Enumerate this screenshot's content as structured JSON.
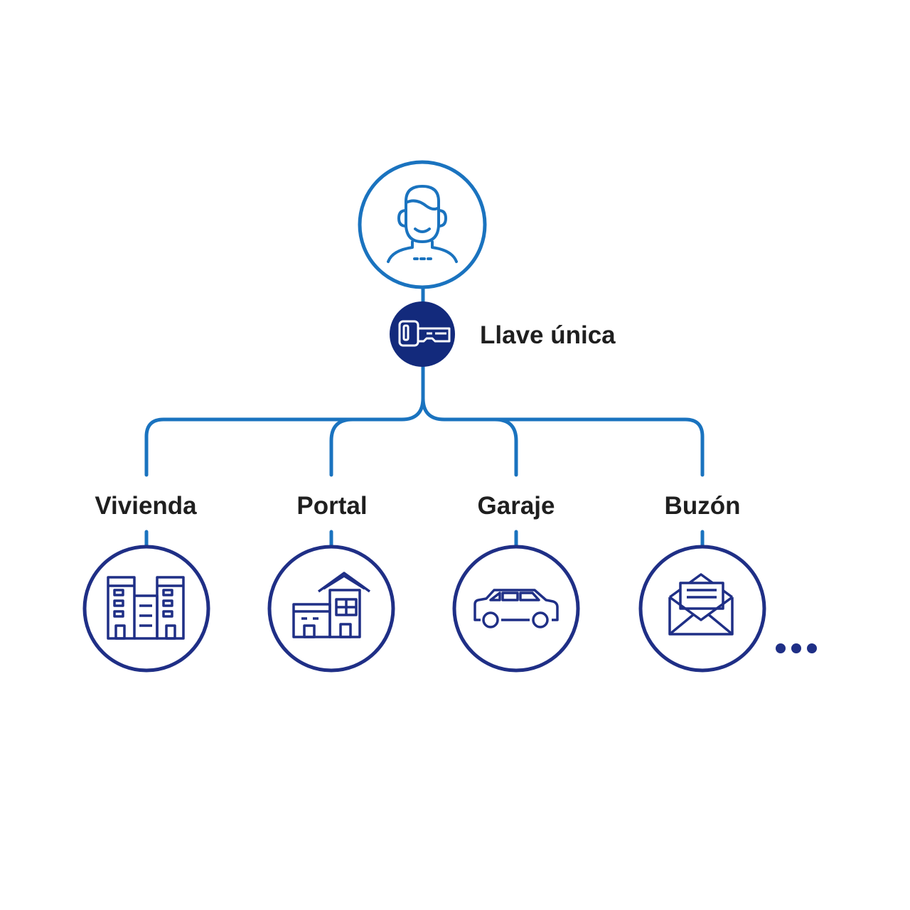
{
  "colors": {
    "connector": "#1a73bf",
    "icon_dark": "#1f2f86",
    "key_fill": "#132a7c",
    "text": "#1f1f1f",
    "background": "#ffffff"
  },
  "root": {
    "icon": "person-icon"
  },
  "key": {
    "icon": "key-icon",
    "label": "Llave única"
  },
  "branches": [
    {
      "label": "Vivienda",
      "icon": "apartment-building-icon"
    },
    {
      "label": "Portal",
      "icon": "house-icon"
    },
    {
      "label": "Garaje",
      "icon": "car-icon"
    },
    {
      "label": "Buzón",
      "icon": "envelope-icon"
    }
  ],
  "more": {
    "icon": "ellipsis-icon"
  }
}
